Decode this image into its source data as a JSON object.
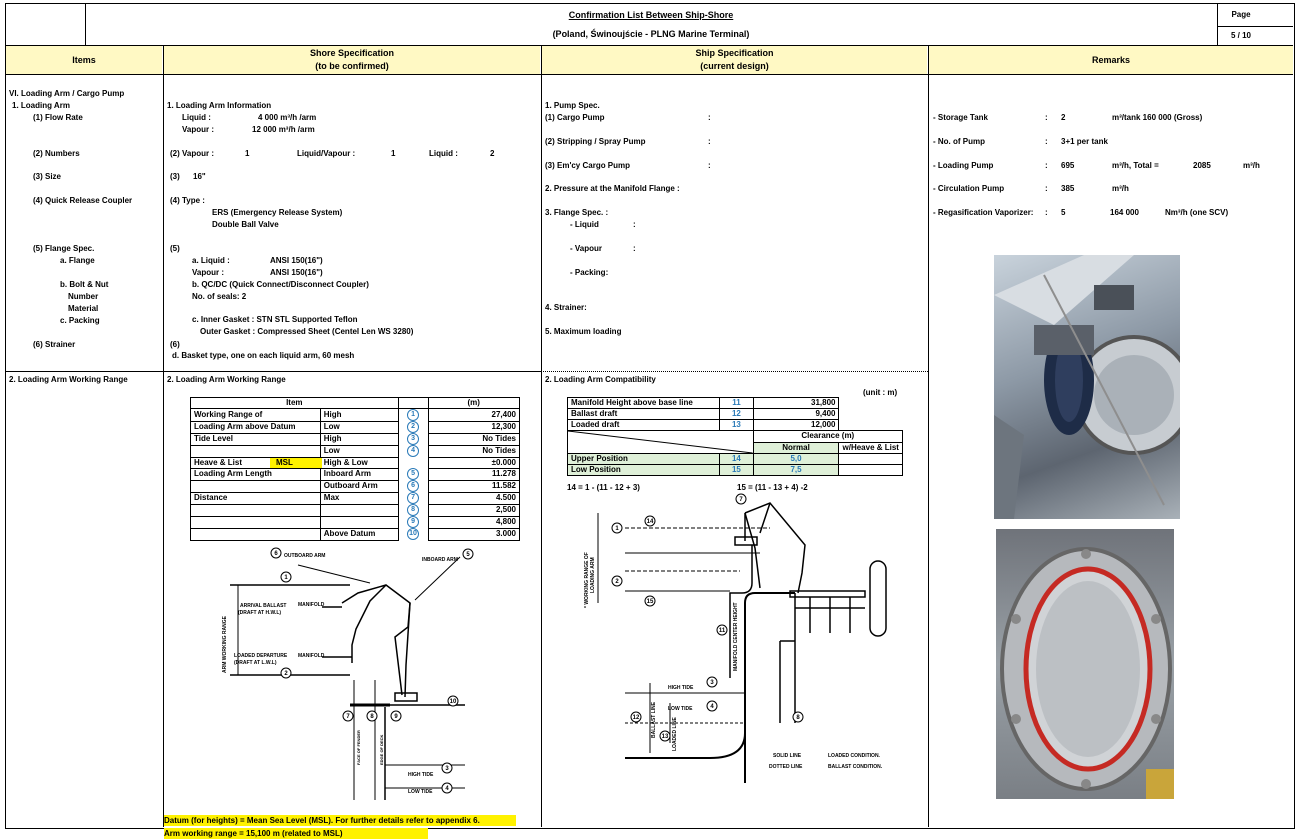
{
  "header": {
    "title": "Confirmation List Between Ship-Shore",
    "subtitle": "(Poland, Świnoujście - PLNG Marine Terminal)",
    "page_label": "Page",
    "page_value": "5 / 10"
  },
  "columns": {
    "items": "Items",
    "shore_l1": "Shore Specification",
    "shore_l2": "(to be confirmed)",
    "ship_l1": "Ship Specification",
    "ship_l2": "(current design)",
    "remarks": "Remarks"
  },
  "items": {
    "section": "VI. Loading Arm / Cargo Pump",
    "loading_arm": "1. Loading Arm",
    "flow_rate": "(1) Flow Rate",
    "numbers": "(2) Numbers",
    "size": "(3) Size",
    "qrc": "(4) Quick Release Coupler",
    "flange_spec": "(5) Flange Spec.",
    "flange": "a. Flange",
    "bolt_nut": "b. Bolt & Nut",
    "number": "Number",
    "material": "Material",
    "packing": "c. Packing",
    "strainer": "(6) Strainer",
    "working_range": "2. Loading Arm Working Range"
  },
  "shore": {
    "info": "1. Loading Arm Information",
    "liquid_label": "Liquid  :",
    "liquid_val": "4 000  m³/h /arm",
    "vapour_label": "Vapour  :",
    "vapour_val": "12 000  m³/h /arm",
    "n_vapour": "(2) Vapour  :",
    "n_vapour_val": "1",
    "n_lv": "Liquid/Vapour  :",
    "n_lv_val": "1",
    "n_liquid": "Liquid  :",
    "n_liquid_val": "2",
    "size_label": "(3)",
    "size_val": "16\"",
    "type_label": "(4) Type  :",
    "ers": "ERS (Emergency Release System)",
    "dbv": "Double Ball Valve",
    "five": "(5)",
    "a_liquid": "a. Liquid  :",
    "a_liquid_val": "ANSI 150(16\")",
    "vapour2": "Vapour  :",
    "vapour2_val": "ANSI 150(16\")",
    "qcdc": "b. QC/DC (Quick Connect/Disconnect Coupler)",
    "seals": "No. of seals: 2",
    "inner": "c.  Inner Gasket : STN STL Supported Teflon",
    "outer": "Outer Gasket : Compressed Sheet (Centel Len WS 3280)",
    "six": "(6)",
    "basket": "d. Basket type, one on each liquid arm, 60 mesh",
    "wr_title": "2. Loading Arm Working Range",
    "table_head_item": "Item",
    "table_head_unit": "(m)",
    "rows": [
      {
        "a": "Working Range of",
        "b": "High",
        "n": "1",
        "v": "27,400"
      },
      {
        "a": "Loading Arm above Datum",
        "b": "Low",
        "n": "2",
        "v": "12,300"
      },
      {
        "a": "Tide Level",
        "b": "High",
        "n": "3",
        "v": "No Tides"
      },
      {
        "a": "",
        "b": "Low",
        "n": "4",
        "v": "No Tides"
      },
      {
        "a": "Heave & List",
        "b": "High & Low",
        "n": "",
        "v": "±0.000"
      },
      {
        "a": "Loading Arm Length",
        "b": "Inboard Arm",
        "n": "5",
        "v": "11.278"
      },
      {
        "a": "",
        "b": "Outboard Arm",
        "n": "6",
        "v": "11.582"
      },
      {
        "a": "Distance",
        "b": "Max",
        "n": "7",
        "v": "4.500"
      },
      {
        "a": "",
        "b": "",
        "n": "8",
        "v": "2,500"
      },
      {
        "a": "",
        "b": "",
        "n": "9",
        "v": "4,800"
      },
      {
        "a": "",
        "b": "Above Datum",
        "n": "10",
        "v": "3.000"
      }
    ],
    "msl": "MSL",
    "datum_note": "Datum (for heights) = Mean Sea Level (MSL). For further details refer to appendix 6.",
    "arm_note": "Arm working range = 15,100 m (related to MSL)"
  },
  "ship": {
    "pump_spec": "1. Pump Spec.",
    "cargo_pump": "(1) Cargo Pump",
    "strip_pump": "(2) Stripping / Spray Pump",
    "emcy_pump": "(3) Em'cy Cargo Pump",
    "pressure": "2. Pressure at the Manifold Flange  :",
    "flange_spec": "3. Flange Spec. :",
    "liquid": "- Liquid",
    "vapour": "- Vapour",
    "packing": "- Packing:",
    "strainer": "4. Strainer:",
    "max_loading": "5. Maximum loading",
    "colon": ":",
    "compat_title": "2. Loading Arm Compatibility",
    "unit": "(unit : m)",
    "rows": [
      {
        "a": "Manifold Height above base line",
        "n": "11",
        "v": "31,800"
      },
      {
        "a": "Ballast draft",
        "n": "12",
        "v": "9,400"
      },
      {
        "a": "Loaded draft",
        "n": "13",
        "v": "12,000"
      }
    ],
    "clearance": "Clearance (m)",
    "normal": "Normal",
    "wheave": "w/Heave & List",
    "upper": "Upper Position",
    "upper_n": "14",
    "upper_v": "5,0",
    "lower": "Low Position",
    "lower_n": "15",
    "lower_v": "7,5",
    "formula1": "14 = 1 - (11 - 12 + 3)",
    "formula2": "15 = (11 - 13 + 4) -2"
  },
  "remarks": {
    "storage": "- Storage Tank",
    "storage_v": "2",
    "storage_u": "m³/tank  160 000 (Gross)",
    "pumps": "- No. of Pump",
    "pumps_v": "3+1 per tank",
    "loading": "- Loading Pump",
    "loading_v": "695",
    "loading_u": "m³/h,  Total =",
    "loading_t": "2085",
    "loading_tu": "m³/h",
    "circ": "- Circulation Pump",
    "circ_v": "385",
    "circ_u": "m³/h",
    "regas": "- Regasification Vaporizer:",
    "regas_v": "5",
    "regas_v2": "164 000",
    "regas_u": "Nm³/h (one SCV)",
    "colon": ":"
  },
  "diagram_shore": {
    "outboard": "OUTBOARD ARM",
    "inboard": "INBOARD ARM",
    "arrival": "ARRIVAL BALLAST",
    "arrival2": "(DRAFT AT H.W.L)",
    "departure": "LOADED DEPARTURE",
    "departure2": "(DRAFT AT L.W.L)",
    "manifold": "MANIFOLD",
    "arm_range": "ARM WORKING RANGE",
    "face_fender": "FACE OF FENDER",
    "edge_deck": "EDGE OF DECK",
    "high_tide": "HIGH TIDE",
    "low_tide": "LOW TIDE"
  },
  "diagram_ship": {
    "wr": "* WORKING RANGE OF",
    "wr2": "LOADING ARM",
    "manifold_h": "MANIFOLD CENTER HEIGHT",
    "high_tide": "HIGH TIDE",
    "low_tide": "LOW TIDE",
    "ballast": "BALLAST LINE",
    "loaded": "LOADED LINE",
    "solid": "SOLID LINE",
    "solid2": "LOADED CONDITION.",
    "dotted": "DOTTED LINE",
    "dotted2": "BALLAST CONDITION."
  },
  "colors": {
    "header_bg": "#fff9c4",
    "highlight": "#fff200",
    "circle": "#2a7ab8",
    "shade": "#dff0d8"
  }
}
